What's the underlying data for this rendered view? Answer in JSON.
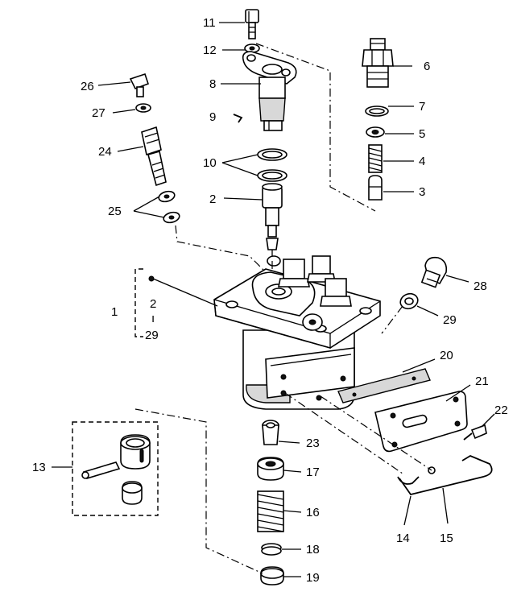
{
  "callouts": {
    "c1": "1",
    "c2": "2",
    "c2b": "2",
    "c3": "3",
    "c4": "4",
    "c5": "5",
    "c6": "6",
    "c7": "7",
    "c8": "8",
    "c9": "9",
    "c10": "10",
    "c11": "11",
    "c12": "12",
    "c13": "13",
    "c14": "14",
    "c15": "15",
    "c16": "16",
    "c17": "17",
    "c18": "18",
    "c19": "19",
    "c20": "20",
    "c21": "21",
    "c22": "22",
    "c23": "23",
    "c24": "24",
    "c25": "25",
    "c26": "26",
    "c27": "27",
    "c28": "28",
    "c29": "29",
    "c29b": "29"
  }
}
